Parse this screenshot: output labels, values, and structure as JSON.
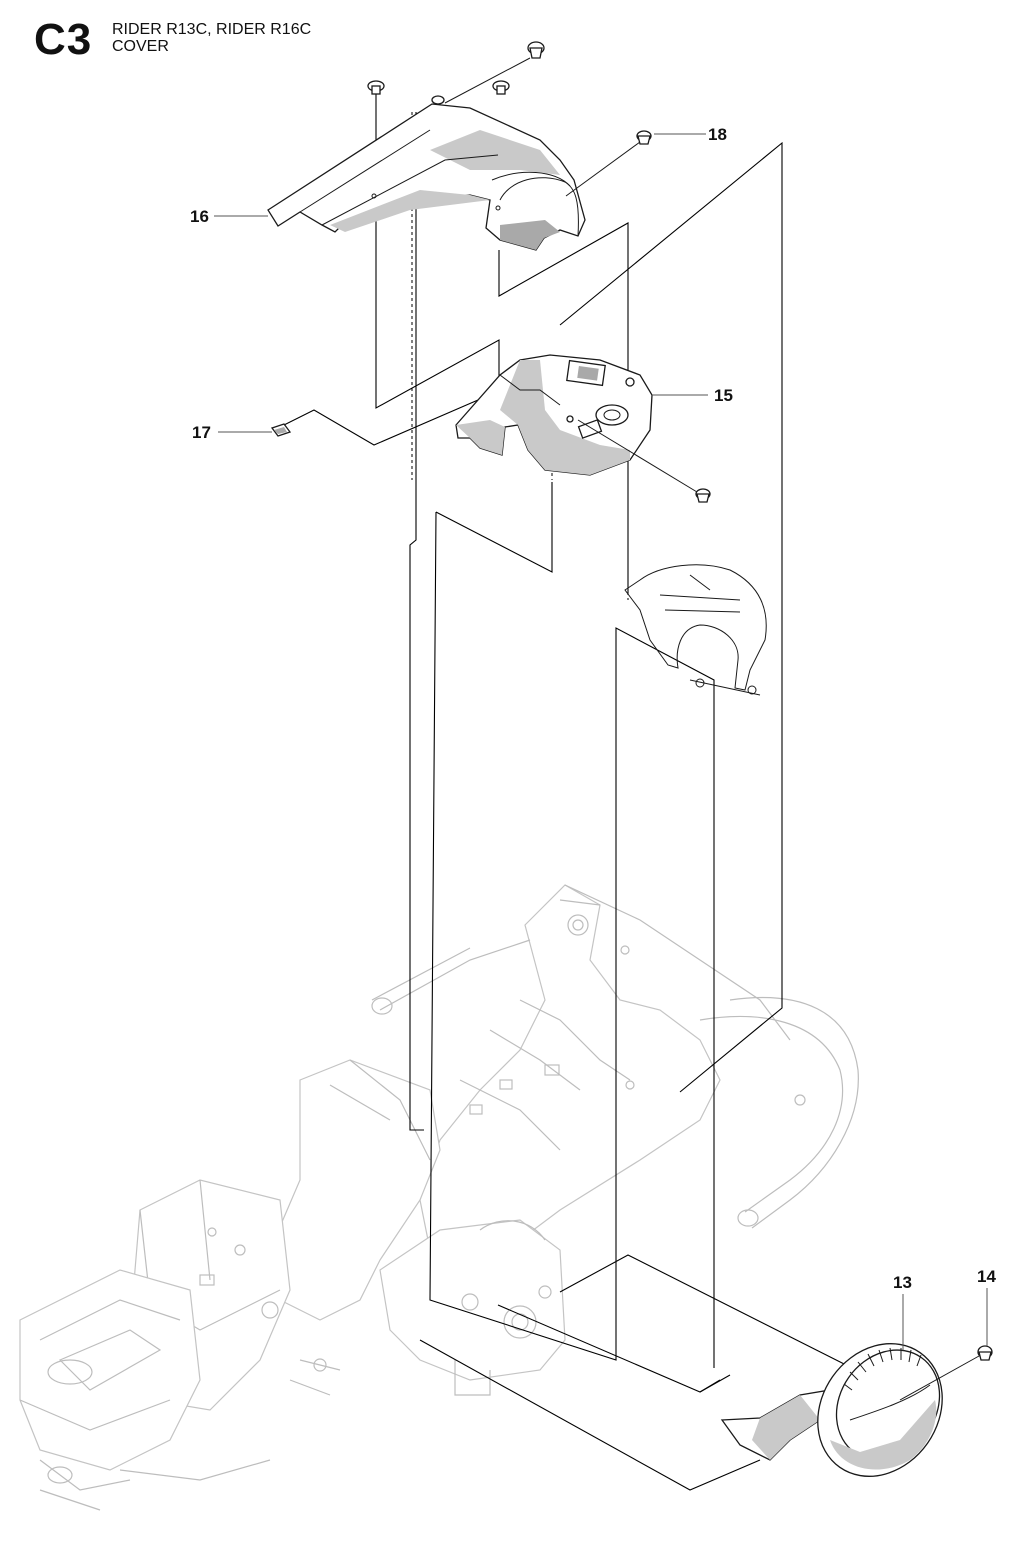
{
  "header": {
    "section_code": "C3",
    "title_line_1": "RIDER R13C, RIDER R16C",
    "title_line_2": "COVER"
  },
  "callouts": [
    {
      "id": "13",
      "label": "13"
    },
    {
      "id": "14",
      "label": "14"
    },
    {
      "id": "15",
      "label": "15"
    },
    {
      "id": "16",
      "label": "16"
    },
    {
      "id": "17",
      "label": "17"
    },
    {
      "id": "18",
      "label": "18"
    }
  ],
  "parts": [
    {
      "callout": "13",
      "icon": "round-rear-cover-icon"
    },
    {
      "callout": "14",
      "icon": "screw-icon"
    },
    {
      "callout": "15",
      "icon": "steering-console-cover-icon"
    },
    {
      "callout": "16",
      "icon": "upper-hood-cover-icon"
    },
    {
      "callout": "17",
      "icon": "clip-nut-icon"
    },
    {
      "callout": "18",
      "icon": "screw-icon"
    }
  ],
  "colors": {
    "ink": "#111111",
    "background_frame": "#bdbdbd",
    "part_shading": "#c9c9c9"
  }
}
